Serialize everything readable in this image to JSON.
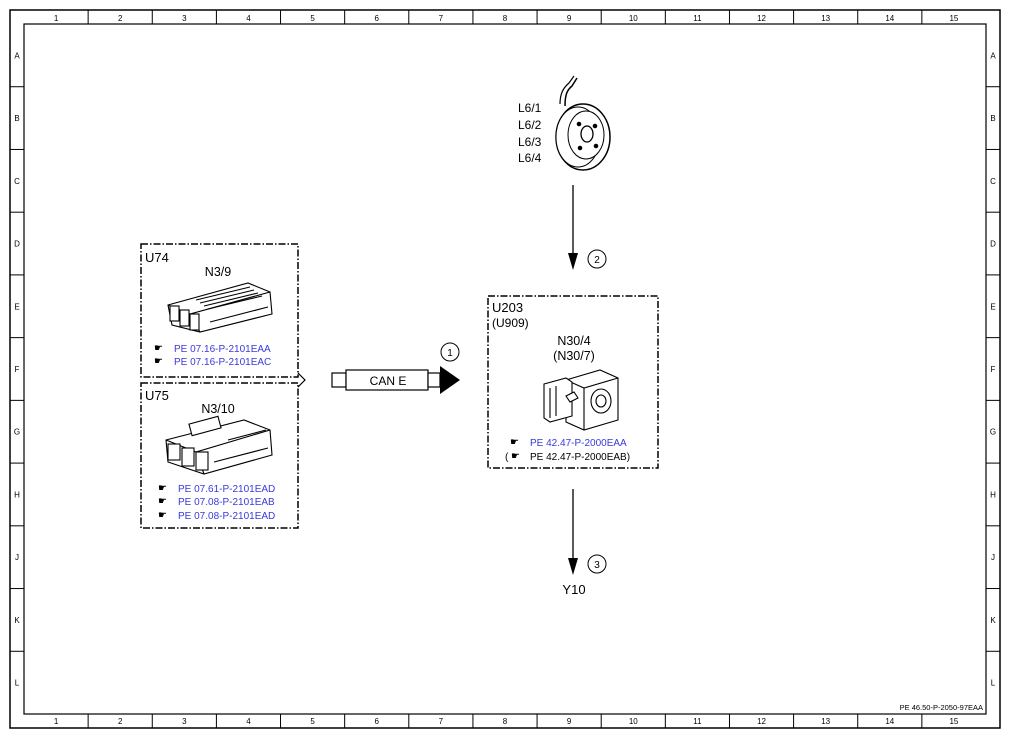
{
  "sheet": {
    "columns": [
      "1",
      "2",
      "3",
      "4",
      "5",
      "6",
      "7",
      "8",
      "9",
      "10",
      "11",
      "12",
      "13",
      "14",
      "15"
    ],
    "rows": [
      "A",
      "B",
      "C",
      "D",
      "E",
      "F",
      "G",
      "H",
      "J",
      "K",
      "L"
    ],
    "doc_ref": "PE 46.50-P-2050-97EAA"
  },
  "colors": {
    "line": "#000000",
    "link": "#3a3adb",
    "background": "#ffffff"
  },
  "sensor": {
    "labels": [
      "L6/1",
      "L6/2",
      "L6/3",
      "L6/4"
    ],
    "icon": "wheel-speed-sensor-icon"
  },
  "group_u74": {
    "id": "U74",
    "component": "N3/9",
    "icon": "engine-control-unit-icon",
    "refs": [
      "PE 07.16-P-2101EAA",
      "PE 07.16-P-2101EAC"
    ]
  },
  "group_u75": {
    "id": "U75",
    "component": "N3/10",
    "icon": "engine-control-unit-icon",
    "refs": [
      "PE 07.61-P-2101EAD",
      "PE 07.08-P-2101EAB",
      "PE 07.08-P-2101EAD"
    ]
  },
  "can_bus": {
    "label": "CAN E",
    "step": "1"
  },
  "group_u203": {
    "id": "U203",
    "id_alt": "(U909)",
    "component": "N30/4",
    "component_alt": "(N30/7)",
    "icon": "esp-hydraulic-unit-icon",
    "ref_main": "PE 42.47-P-2000EAA",
    "ref_alt_open": "(",
    "ref_alt": "PE 42.47-P-2000EAB)"
  },
  "step_sensor": "2",
  "step_output": "3",
  "output": {
    "label": "Y10"
  }
}
